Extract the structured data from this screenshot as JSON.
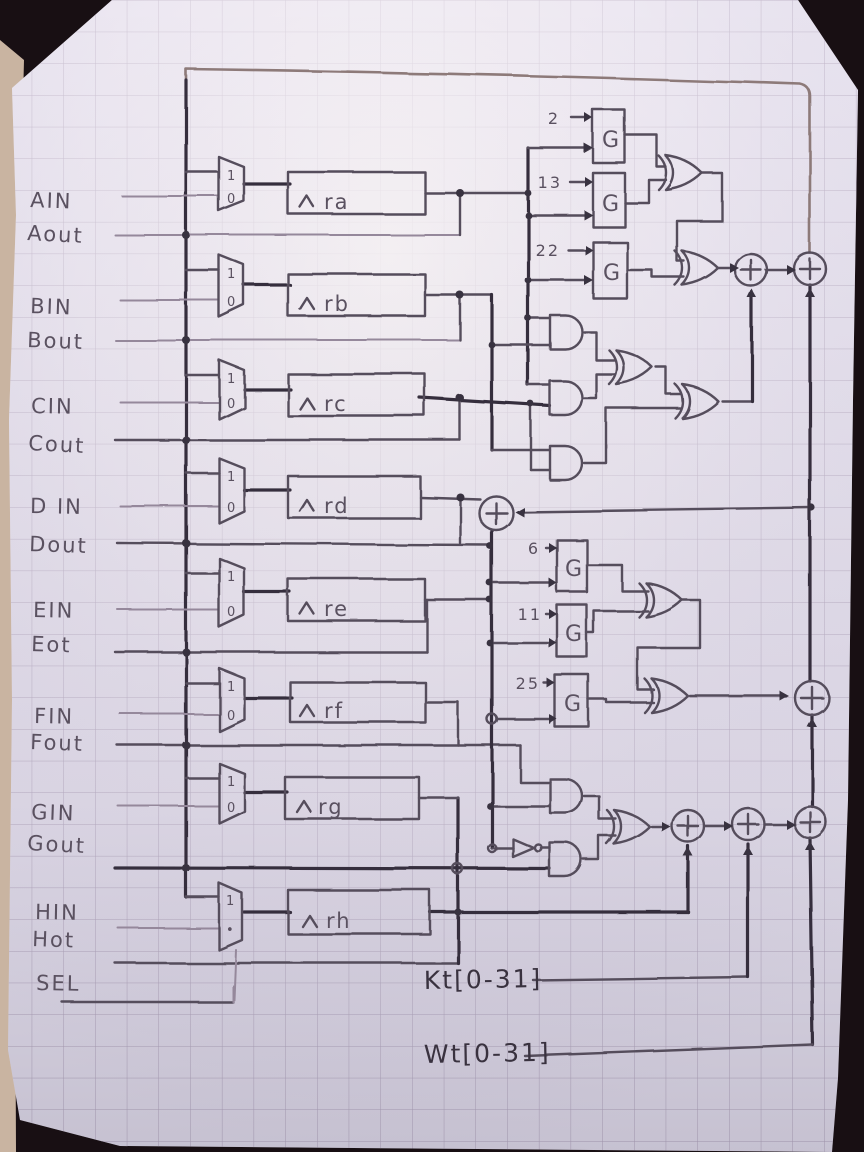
{
  "sketch": {
    "description": "hand-drawn pencil circuit diagram on graph paper (SHA-256 style round datapath)",
    "rows": [
      {
        "in_label": "AIN",
        "out_label": "Aout",
        "register": "ra",
        "mux_port1": "1",
        "mux_port0": "0"
      },
      {
        "in_label": "BIN",
        "out_label": "Bout",
        "register": "rb",
        "mux_port1": "1",
        "mux_port0": "0"
      },
      {
        "in_label": "CIN",
        "out_label": "Cout",
        "register": "rc",
        "mux_port1": "1",
        "mux_port0": "0"
      },
      {
        "in_label": "D IN",
        "out_label": "Dout",
        "register": "rd",
        "mux_port1": "1",
        "mux_port0": "0"
      },
      {
        "in_label": "EIN",
        "out_label": "Eot",
        "register": "re",
        "mux_port1": "1",
        "mux_port0": "0"
      },
      {
        "in_label": "FIN",
        "out_label": "Fout",
        "register": "rf",
        "mux_port1": "1",
        "mux_port0": "0"
      },
      {
        "in_label": "GIN",
        "out_label": "Gout",
        "register": "rg",
        "mux_port1": "1",
        "mux_port0": "0"
      },
      {
        "in_label": "HIN",
        "out_label": "Hot",
        "register": "rh",
        "mux_port1": "1",
        "mux_port0": "•"
      }
    ],
    "sel_label": "SEL",
    "sigma0": {
      "box_label": "G",
      "shifts": [
        "2",
        "13",
        "22"
      ]
    },
    "sigma1": {
      "box_label": "G",
      "shifts": [
        "6",
        "11",
        "25"
      ]
    },
    "kt_label": "Kt[0-31]",
    "wt_label": "Wt[0-31]",
    "colors": {
      "paper": "#e9e5f1",
      "grid": "#a294ac",
      "pencil": "#554d5b",
      "pencil_dark": "#362f3e"
    }
  }
}
